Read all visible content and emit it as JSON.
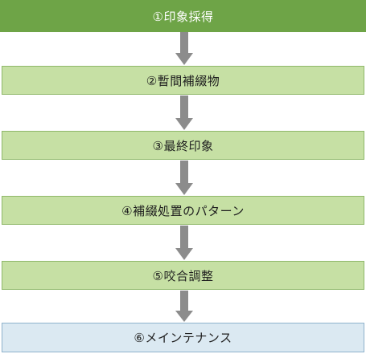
{
  "flow": {
    "steps": [
      {
        "label": "①印象採得"
      },
      {
        "label": "②暫間補綴物"
      },
      {
        "label": "③最終印象"
      },
      {
        "label": "④補綴処置のパターン"
      },
      {
        "label": "⑤咬合調整"
      },
      {
        "label": "⑥メインテナンス"
      }
    ]
  },
  "colors": {
    "first_step_fill": "#6ea447",
    "step_fill": "#c6e0a4",
    "last_step_fill": "#dbe9f2",
    "arrow": "#8c8c8c"
  },
  "icons": {
    "connector": "arrow-down-icon"
  }
}
